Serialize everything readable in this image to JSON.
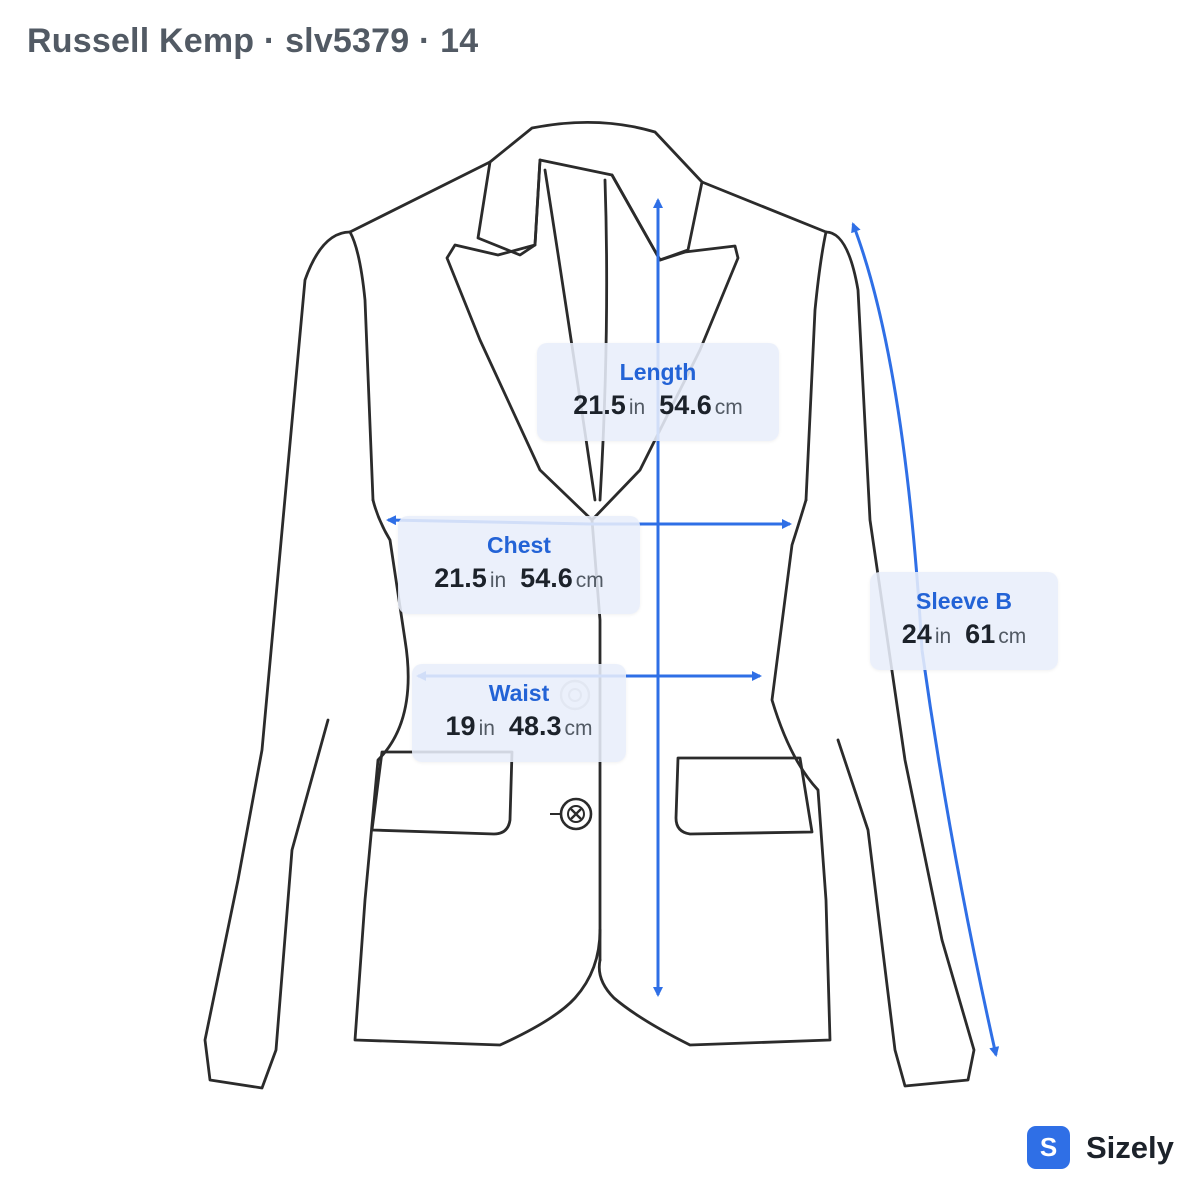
{
  "header": {
    "title": "Russell Kemp · slv5379 · 14"
  },
  "measurements": [
    {
      "id": "length",
      "label": "Length",
      "in": "21.5",
      "cm": "54.6"
    },
    {
      "id": "chest",
      "label": "Chest",
      "in": "21.5",
      "cm": "54.6"
    },
    {
      "id": "waist",
      "label": "Waist",
      "in": "19",
      "cm": "48.3"
    },
    {
      "id": "sleeve",
      "label": "Sleeve B",
      "in": "24",
      "cm": "61"
    }
  ],
  "units": {
    "inch": "in",
    "centimeter": "cm"
  },
  "brand": {
    "logo_letter": "S",
    "name": "Sizely"
  },
  "colors": {
    "accent": "#2f6fe6",
    "outline": "#2b2b2b",
    "label_bg": "#e8eefa"
  },
  "icons": {
    "button": "button-icon",
    "logo": "sizely-logo-icon"
  }
}
